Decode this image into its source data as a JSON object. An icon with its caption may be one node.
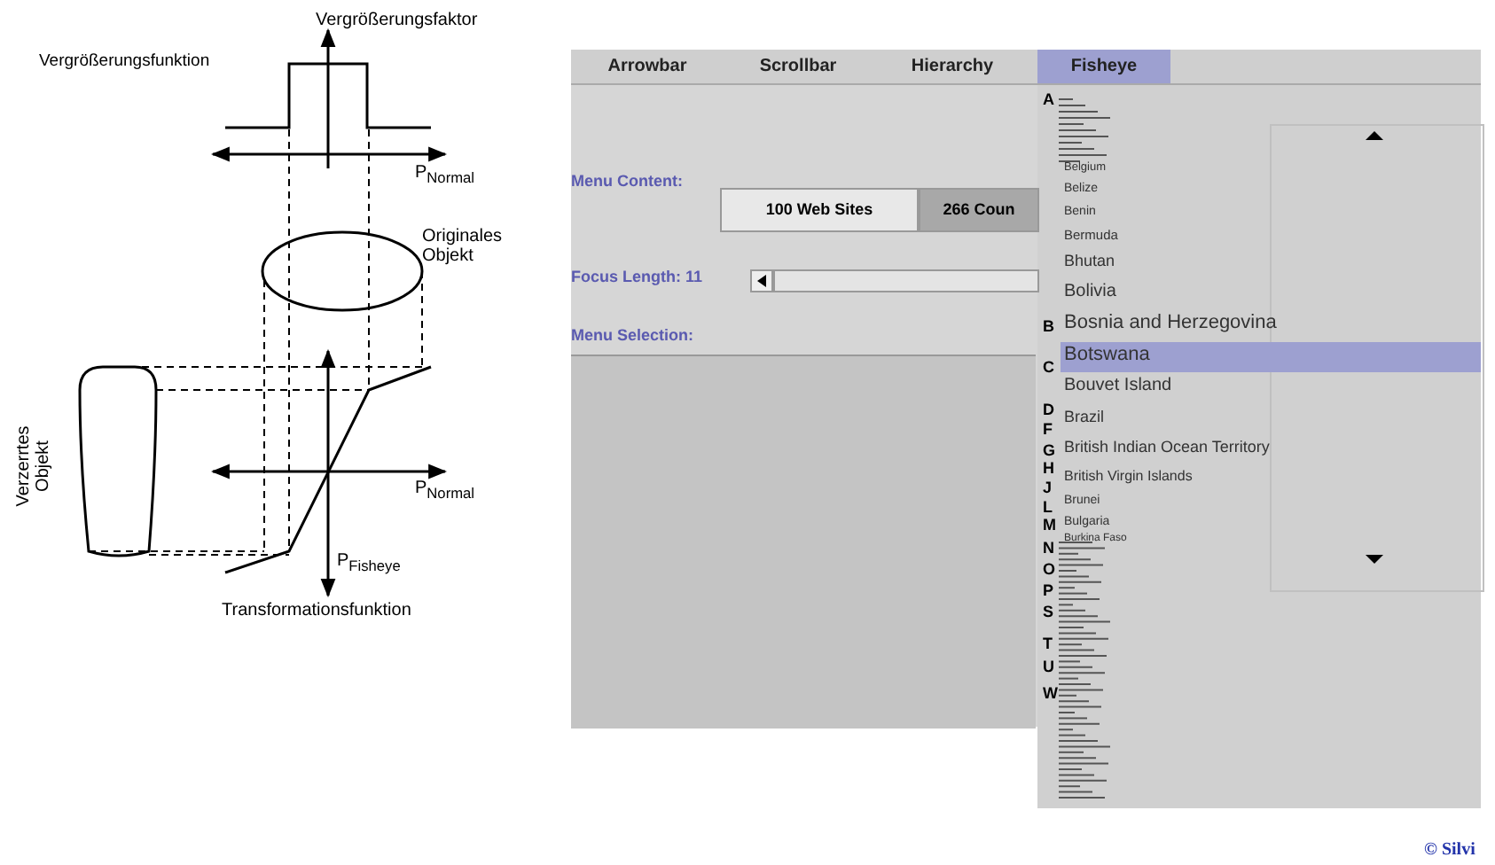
{
  "diagram": {
    "labels": [
      "Vergrößerungsfaktor",
      "Vergrößerungsfunktion",
      "P$_{Normal}$",
      "Originales Objekt",
      "Verzerrtes Objekt",
      "P$_{Normal}$",
      "P$_{Fisheye}$",
      "Transformationsfunktion",
      "Arrowbar",
      "Scrollbar",
      "Hierarchy",
      "Fisheye",
      "Menu Content:",
      "100 Web Sites",
      "266 Coun",
      "Focus Length: 11",
      "Menu Selection:",
      "A",
      "B",
      "C",
      "D",
      "F",
      "G",
      "H",
      "J",
      "L",
      "M",
      "N",
      "O",
      "P",
      "S",
      "T",
      "U",
      "W",
      "Belgium",
      "Belize",
      "Benin",
      "Bermuda",
      "Bhutan",
      "Bolivia",
      "Bosnia and Herzegovina",
      "Botswana",
      "Bouvet Island",
      "Brazil",
      "British Indian Ocean Territory",
      "British Virgin Islands",
      "Brunei",
      "Bulgaria",
      "Burkina Faso",
      "© Silvi"
    ]
  }
}
